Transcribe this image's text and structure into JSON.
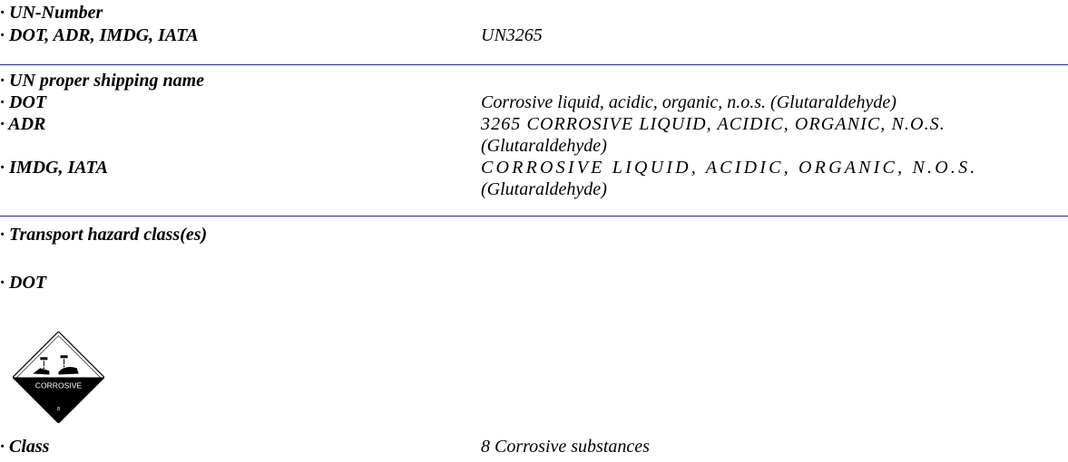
{
  "un_number": {
    "heading": "· UN-Number",
    "modes_label": "· DOT, ADR, IMDG, IATA",
    "value": "UN3265"
  },
  "shipping_name": {
    "heading": "· UN proper shipping name",
    "rows": [
      {
        "label": "· DOT",
        "lines": [
          "Corrosive liquid, acidic, organic, n.o.s. (Glutaraldehyde)"
        ]
      },
      {
        "label": "· ADR",
        "lines": [
          "3265 CORROSIVE LIQUID, ACIDIC, ORGANIC, N.O.S.",
          "(Glutaraldehyde)"
        ]
      },
      {
        "label": "· IMDG, IATA",
        "lines": [
          "CORROSIVE LIQUID, ACIDIC, ORGANIC, N.O.S.",
          "(Glutaraldehyde)"
        ]
      }
    ]
  },
  "hazard_class": {
    "heading": "· Transport hazard class(es)",
    "dot_label": "· DOT",
    "placard": {
      "text": "CORROSIVE",
      "number": "8",
      "color_bottom": "#000000",
      "color_top": "#ffffff"
    },
    "class_label": "· Class",
    "class_value": "8 Corrosive substances"
  },
  "colors": {
    "rule": "#2828a0",
    "text": "#000000"
  }
}
